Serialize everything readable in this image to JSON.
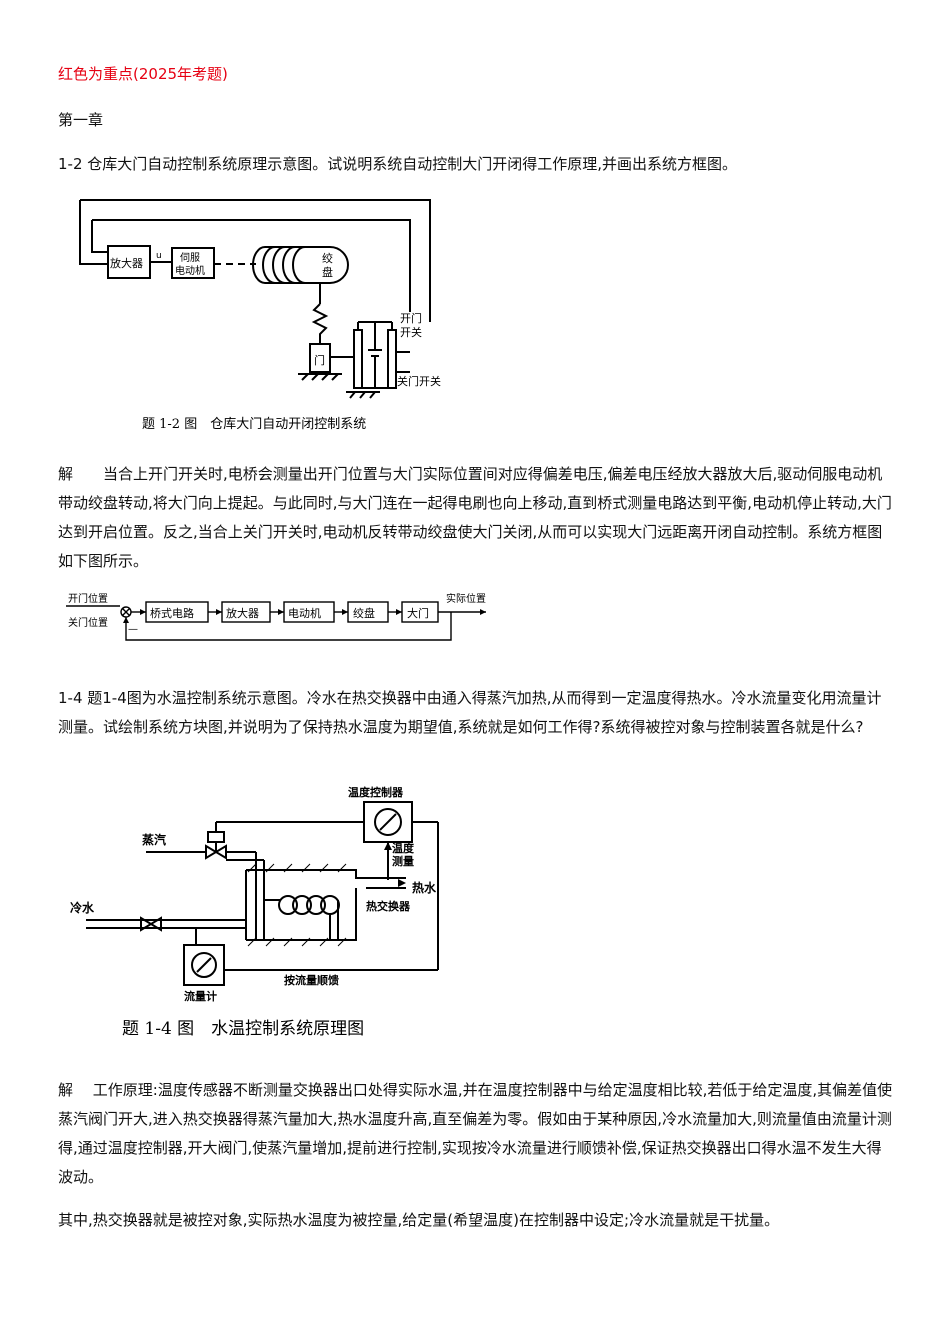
{
  "header_note": "红色为重点(2025年考题)",
  "chapter": "第一章",
  "q12": {
    "text": "1-2 仓库大门自动控制系统原理示意图。试说明系统自动控制大门开闭得工作原理,并画出系统方框图。",
    "figure": {
      "amplifier": "放大器",
      "u_label": "u",
      "servo": [
        "伺服",
        "电动机"
      ],
      "drum": [
        "绞",
        "盘"
      ],
      "door": "门",
      "open_switch": [
        "开门",
        "开关"
      ],
      "close_switch": "关门开关",
      "caption": "题 1-2 图　仓库大门自动开闭控制系统"
    },
    "answer": "解　　当合上开门开关时,电桥会测量出开门位置与大门实际位置间对应得偏差电压,偏差电压经放大器放大后,驱动伺服电动机带动绞盘转动,将大门向上提起。与此同时,与大门连在一起得电刷也向上移动,直到桥式测量电路达到平衡,电动机停止转动,大门达到开启位置。反之,当合上关门开关时,电动机反转带动绞盘使大门关闭,从而可以实现大门远距离开闭自动控制。系统方框图如下图所示。",
    "block_diagram": {
      "input1": "开门位置",
      "input2": "关门位置",
      "minus": "—",
      "blocks": [
        "桥式电路",
        "放大器",
        "电动机",
        "绞盘",
        "大门"
      ],
      "output": "实际位置"
    }
  },
  "q14": {
    "text": "1-4 题1-4图为水温控制系统示意图。冷水在热交换器中由通入得蒸汽加热,从而得到一定温度得热水。冷水流量变化用流量计测量。试绘制系统方块图,并说明为了保持热水温度为期望值,系统就是如何工作得?系统得被控对象与控制装置各就是什么?",
    "figure": {
      "temp_controller": "温度控制器",
      "steam": "蒸汽",
      "temp_measure": [
        "温度",
        "测量"
      ],
      "hot_water": "热水",
      "cold_water": "冷水",
      "heat_exchanger": "热交换器",
      "flowmeter": "流量计",
      "feedforward": "按流量顺馈",
      "caption": "题 1-4 图　水温控制系统原理图"
    },
    "answer": "解　 工作原理:温度传感器不断测量交换器出口处得实际水温,并在温度控制器中与给定温度相比较,若低于给定温度,其偏差值使蒸汽阀门开大,进入热交换器得蒸汽量加大,热水温度升高,直至偏差为零。假如由于某种原因,冷水流量加大,则流量值由流量计测得,通过温度控制器,开大阀门,使蒸汽量增加,提前进行控制,实现按冷水流量进行顺馈补偿,保证热交换器出口得水温不发生大得波动。",
    "conclusion": "其中,热交换器就是被控对象,实际热水温度为被控量,给定量(希望温度)在控制器中设定;冷水流量就是干扰量。"
  }
}
